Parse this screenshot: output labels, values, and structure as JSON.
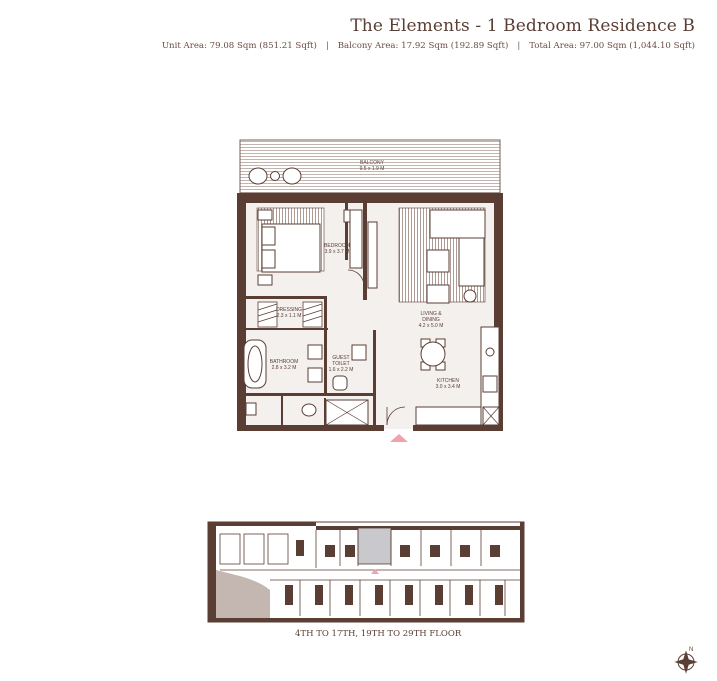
{
  "header": {
    "title": "The Elements - 1 Bedroom Residence B",
    "unit_area": "Unit Area: 79.08 Sqm (851.21 Sqft)",
    "balcony_area": "Balcony Area: 17.92 Sqm (192.89 Sqft)",
    "total_area": "Total Area: 97.00 Sqm (1,044.10 Sqft)",
    "separator": "|"
  },
  "rooms": {
    "balcony": {
      "name": "BALCONY",
      "size": "9.5 x 1.9 M"
    },
    "bedroom": {
      "name": "BEDROOM",
      "size": "3.9 x 3.7 M"
    },
    "dressing": {
      "name": "DRESSING",
      "size": "2.3 x 1.1 M"
    },
    "bathroom": {
      "name": "BATHROOM",
      "size": "2.8 x 3.2 M"
    },
    "guest_toilet": {
      "name1": "GUEST",
      "name2": "TOILET",
      "size": "1.6 x 2.2 M"
    },
    "living": {
      "name1": "LIVING &",
      "name2": "DINING",
      "size": "4.2 x 5.0 M"
    },
    "kitchen": {
      "name": "KITCHEN",
      "size": "3.0 x 3.4 M"
    }
  },
  "keyplan": {
    "floors": "4TH TO 17TH, 19TH TO 29TH FLOOR"
  },
  "compass": {
    "label": "N"
  },
  "colors": {
    "wall": "#5a3e34",
    "text": "#5a3e34",
    "hatch": "#8a7066",
    "floor": "#f3f0ee",
    "entry": "#f2a2ab",
    "unit_highlight": "#c9c9cd"
  }
}
